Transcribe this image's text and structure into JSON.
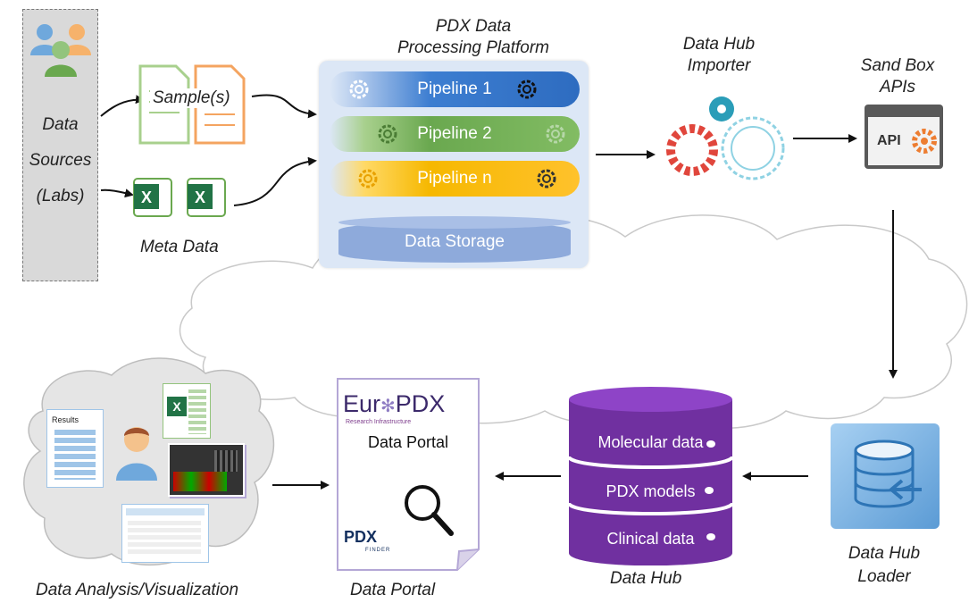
{
  "sources": {
    "label_lines": [
      "Data",
      "Sources",
      "(Labs)"
    ]
  },
  "inputs": {
    "samples_label": "Sample(s)",
    "meta_label": "Meta Data"
  },
  "platform": {
    "title_lines": [
      "PDX Data",
      "Processing Platform"
    ],
    "pipelines": [
      "Pipeline 1",
      "Pipeline 2",
      "Pipeline n"
    ],
    "storage_label": "Data Storage"
  },
  "importer": {
    "title_lines": [
      "Data Hub",
      "Importer"
    ]
  },
  "sandbox": {
    "title_lines": [
      "Sand Box",
      "APIs"
    ],
    "api_label": "API"
  },
  "loader": {
    "title_lines": [
      "Data Hub",
      "Loader"
    ]
  },
  "hub": {
    "sections": [
      "Molecular data",
      "PDX models",
      "Clinical data"
    ],
    "caption": "Data Hub",
    "color": "#7030a0"
  },
  "portal": {
    "logo_left": "Eur",
    "logo_right": "PDX",
    "logo_sub": "Research Infrastructure",
    "title": "Data Portal",
    "finder_logo": "PDX",
    "finder_sub": "FINDER",
    "caption": "Data Portal"
  },
  "analysis": {
    "results_label": "Results",
    "caption": "Data Analysis/Visualization"
  }
}
